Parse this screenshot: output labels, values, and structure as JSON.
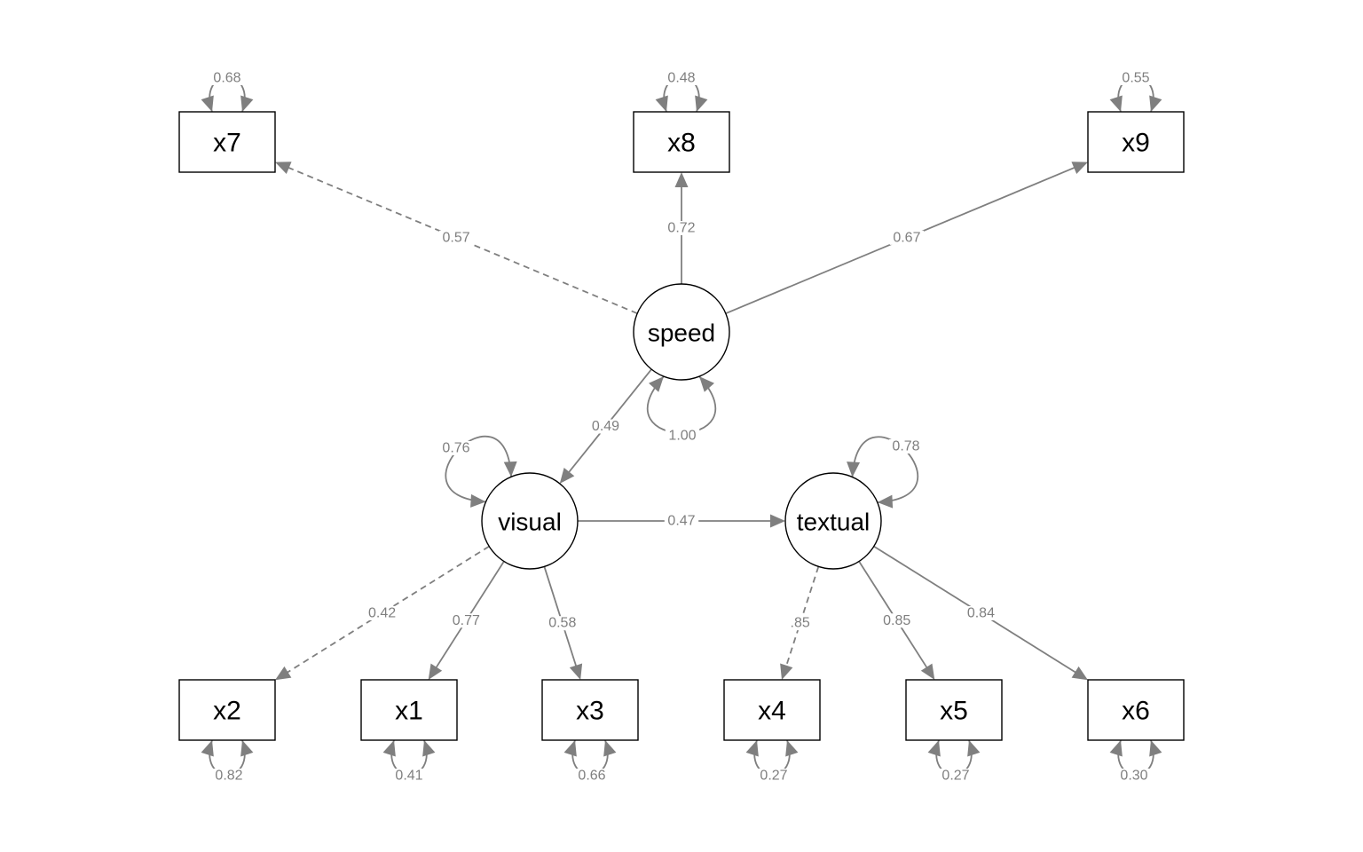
{
  "diagram": {
    "latents": [
      {
        "id": "speed",
        "label": "speed"
      },
      {
        "id": "visual",
        "label": "visual"
      },
      {
        "id": "textual",
        "label": "textual"
      }
    ],
    "observed": [
      {
        "id": "x7",
        "label": "x7"
      },
      {
        "id": "x8",
        "label": "x8"
      },
      {
        "id": "x9",
        "label": "x9"
      },
      {
        "id": "x2",
        "label": "x2"
      },
      {
        "id": "x1",
        "label": "x1"
      },
      {
        "id": "x3",
        "label": "x3"
      },
      {
        "id": "x4",
        "label": "x4"
      },
      {
        "id": "x5",
        "label": "x5"
      },
      {
        "id": "x6",
        "label": "x6"
      }
    ],
    "paths": [
      {
        "from": "speed",
        "to": "x7",
        "label": "0.57",
        "dashed": true
      },
      {
        "from": "speed",
        "to": "x8",
        "label": "0.72",
        "dashed": false
      },
      {
        "from": "speed",
        "to": "x9",
        "label": "0.67",
        "dashed": false
      },
      {
        "from": "speed",
        "to": "visual",
        "label": "0.49",
        "dashed": false
      },
      {
        "from": "visual",
        "to": "textual",
        "label": "0.47",
        "dashed": false
      },
      {
        "from": "visual",
        "to": "x2",
        "label": "0.42",
        "dashed": true
      },
      {
        "from": "visual",
        "to": "x1",
        "label": "0.77",
        "dashed": false
      },
      {
        "from": "visual",
        "to": "x3",
        "label": "0.58",
        "dashed": false
      },
      {
        "from": "textual",
        "to": "x4",
        "label": ".85",
        "dashed": true
      },
      {
        "from": "textual",
        "to": "x5",
        "label": "0.85",
        "dashed": false
      },
      {
        "from": "textual",
        "to": "x6",
        "label": "0.84",
        "dashed": false
      }
    ],
    "variances": [
      {
        "node": "x7",
        "label": "0.68"
      },
      {
        "node": "x8",
        "label": "0.48"
      },
      {
        "node": "x9",
        "label": "0.55"
      },
      {
        "node": "speed",
        "label": "1.00"
      },
      {
        "node": "visual",
        "label": "0.76"
      },
      {
        "node": "textual",
        "label": "0.78"
      },
      {
        "node": "x2",
        "label": "0.82"
      },
      {
        "node": "x1",
        "label": "0.41"
      },
      {
        "node": "x3",
        "label": "0.66"
      },
      {
        "node": "x4",
        "label": "0.27"
      },
      {
        "node": "x5",
        "label": "0.27"
      },
      {
        "node": "x6",
        "label": "0.30"
      }
    ],
    "colors": {
      "edge": "#7f7f7f",
      "node_border": "#000000",
      "text": "#000000"
    }
  }
}
